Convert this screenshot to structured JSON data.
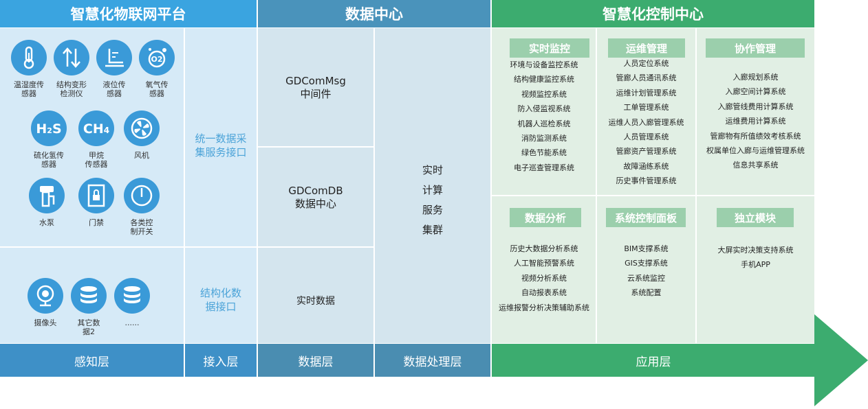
{
  "headers": {
    "iot_platform": "智慧化物联网平台",
    "data_center": "数据中心",
    "control_center": "智慧化控制中心"
  },
  "sensors": [
    {
      "label": "温湿度传\n感器",
      "icon": "thermometer-icon"
    },
    {
      "label": "结构变形\n检测仪",
      "icon": "arrows-updown-icon"
    },
    {
      "label": "液位传\n感器",
      "icon": "liquid-level-icon"
    },
    {
      "label": "氧气传\n感器",
      "icon": "oxygen-icon"
    },
    {
      "label": "硫化氢传\n感器",
      "icon": "h2s-icon"
    },
    {
      "label": "甲烷\n传感器",
      "icon": "ch4-icon"
    },
    {
      "label": "风机",
      "icon": "fan-icon"
    },
    {
      "label": "水泵",
      "icon": "pump-icon"
    },
    {
      "label": "门禁",
      "icon": "door-access-icon"
    },
    {
      "label": "各类控\n制开关",
      "icon": "power-icon"
    }
  ],
  "other_sources": [
    {
      "label": "摄像头",
      "icon": "camera-icon"
    },
    {
      "label": "其它数\n据2",
      "icon": "database-icon"
    },
    {
      "label": "......",
      "icon": "database-icon"
    }
  ],
  "interfaces": {
    "collection": "统一数据采\n集服务接口",
    "structured": "结构化数\n据接口"
  },
  "data_layer": {
    "msg": "GDComMsg\n中间件",
    "db": "GDComDB\n数据中心",
    "realtime": "实时数据"
  },
  "processing": "实时\n计算\n服务\n集群",
  "modules": [
    {
      "title": "实时监控",
      "items": [
        "环境与设备监控系统",
        "结构健康监控系统",
        "视频监控系统",
        "防入侵监视系统",
        "机器人巡检系统",
        "消防监测系统",
        "绿色节能系统",
        "电子巡查管理系统"
      ]
    },
    {
      "title": "运维管理",
      "items": [
        "人员定位系统",
        "管廊人员通讯系统",
        "运维计划管理系统",
        "工单管理系统",
        "运维人员入廊管理系统",
        "人员管理系统",
        "管廊资产管理系统",
        "故障涵练系统",
        "历史事件管理系统"
      ]
    },
    {
      "title": "协作管理",
      "items": [
        "入廊规划系统",
        "入廊空间计算系统",
        "入廊管线费用计算系统",
        "运维费用计算系统",
        "管廊物有所值绩效考核系统",
        "权属单位入廊与运维管理系统",
        "信息共享系统"
      ]
    },
    {
      "title": "数据分析",
      "items": [
        "历史大数据分析系统",
        "人工智能预警系统",
        "视频分析系统",
        "自动报表系统",
        "运维报警分析决策辅助系统"
      ]
    },
    {
      "title": "系统控制面板",
      "items": [
        "BIM支撑系统",
        "GIS支撑系统",
        "云系统监控",
        "系统配置"
      ]
    },
    {
      "title": "独立模块",
      "items": [
        "大屏实时决策支持系统",
        "手机APP"
      ]
    }
  ],
  "footer": {
    "perception": "感知层",
    "access": "接入层",
    "data": "数据层",
    "processing": "数据处理层",
    "application": "应用层"
  },
  "colors": {
    "blue": "#3aa4e0",
    "steel": "#4a93bb",
    "green": "#3cac6f",
    "icon_blue": "#3a9ad8"
  }
}
